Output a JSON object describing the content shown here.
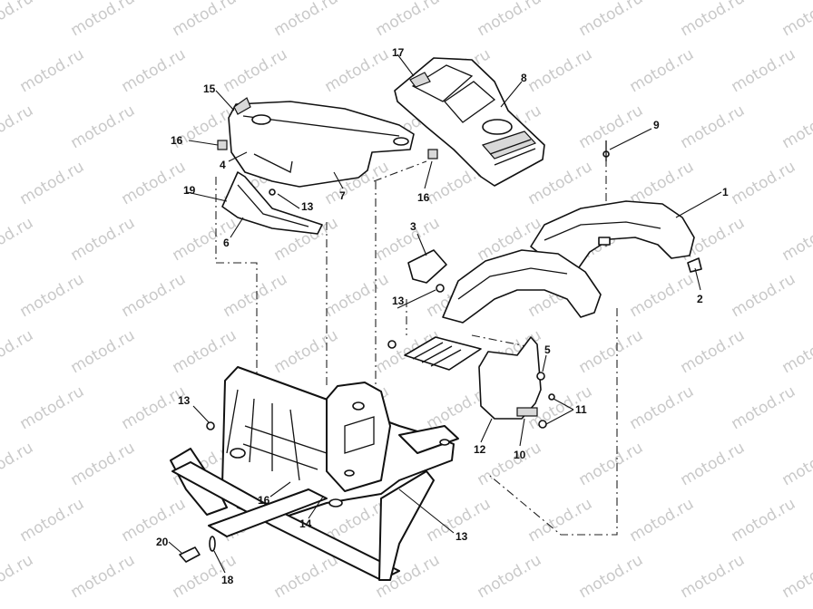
{
  "watermark": {
    "text": "motod.ru"
  },
  "callouts": [
    {
      "id": "c1",
      "label": "1"
    },
    {
      "id": "c2",
      "label": "2"
    },
    {
      "id": "c3",
      "label": "3"
    },
    {
      "id": "c4",
      "label": "4"
    },
    {
      "id": "c5",
      "label": "5"
    },
    {
      "id": "c6",
      "label": "6"
    },
    {
      "id": "c7",
      "label": "7"
    },
    {
      "id": "c8",
      "label": "8"
    },
    {
      "id": "c9",
      "label": "9"
    },
    {
      "id": "c10",
      "label": "10"
    },
    {
      "id": "c11",
      "label": "11"
    },
    {
      "id": "c12",
      "label": "12"
    },
    {
      "id": "c13a",
      "label": "13"
    },
    {
      "id": "c13b",
      "label": "13"
    },
    {
      "id": "c13c",
      "label": "13"
    },
    {
      "id": "c13d",
      "label": "13"
    },
    {
      "id": "c14",
      "label": "14"
    },
    {
      "id": "c15",
      "label": "15"
    },
    {
      "id": "c16a",
      "label": "16"
    },
    {
      "id": "c16b",
      "label": "16"
    },
    {
      "id": "c16c",
      "label": "16"
    },
    {
      "id": "c17",
      "label": "17"
    },
    {
      "id": "c18",
      "label": "18"
    },
    {
      "id": "c19",
      "label": "19"
    },
    {
      "id": "c20",
      "label": "20"
    }
  ]
}
